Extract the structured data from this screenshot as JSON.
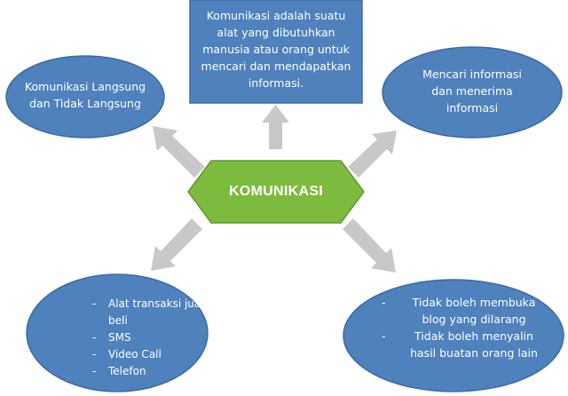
{
  "colors": {
    "node_fill": "#4f81bd",
    "node_stroke": "#3a6aa3",
    "hex_fill": "#7dbb3e",
    "hex_stroke": "#5f9a2a",
    "arrow_fill": "#c8c8c8",
    "text": "#ffffff"
  },
  "center": {
    "label": "KOMUNIKASI"
  },
  "top_box": {
    "lines": [
      "Komunikasi adalah suatu",
      "alat yang dibutuhkan",
      "manusia atau orang untuk",
      "mencari dan mendapatkan",
      "informasi."
    ]
  },
  "top_left": {
    "lines": [
      "Komunikasi Langsung",
      "dan Tidak Langsung"
    ]
  },
  "top_right": {
    "lines": [
      "Mencari informasi",
      "dan menerima",
      "informasi"
    ]
  },
  "bottom_left": {
    "bullet": "-",
    "items": [
      {
        "line1": "Alat transaksi jual",
        "line2": "beli"
      },
      {
        "line1": "SMS"
      },
      {
        "line1": "Video Call"
      },
      {
        "line1": "Telefon"
      }
    ]
  },
  "bottom_right": {
    "bullet": "-",
    "items": [
      {
        "line1": "Tidak boleh membuka",
        "line2": "blog yang dilarang"
      },
      {
        "line1": "Tidak boleh menyalin",
        "line2": "hasil buatan orang lain"
      }
    ]
  }
}
